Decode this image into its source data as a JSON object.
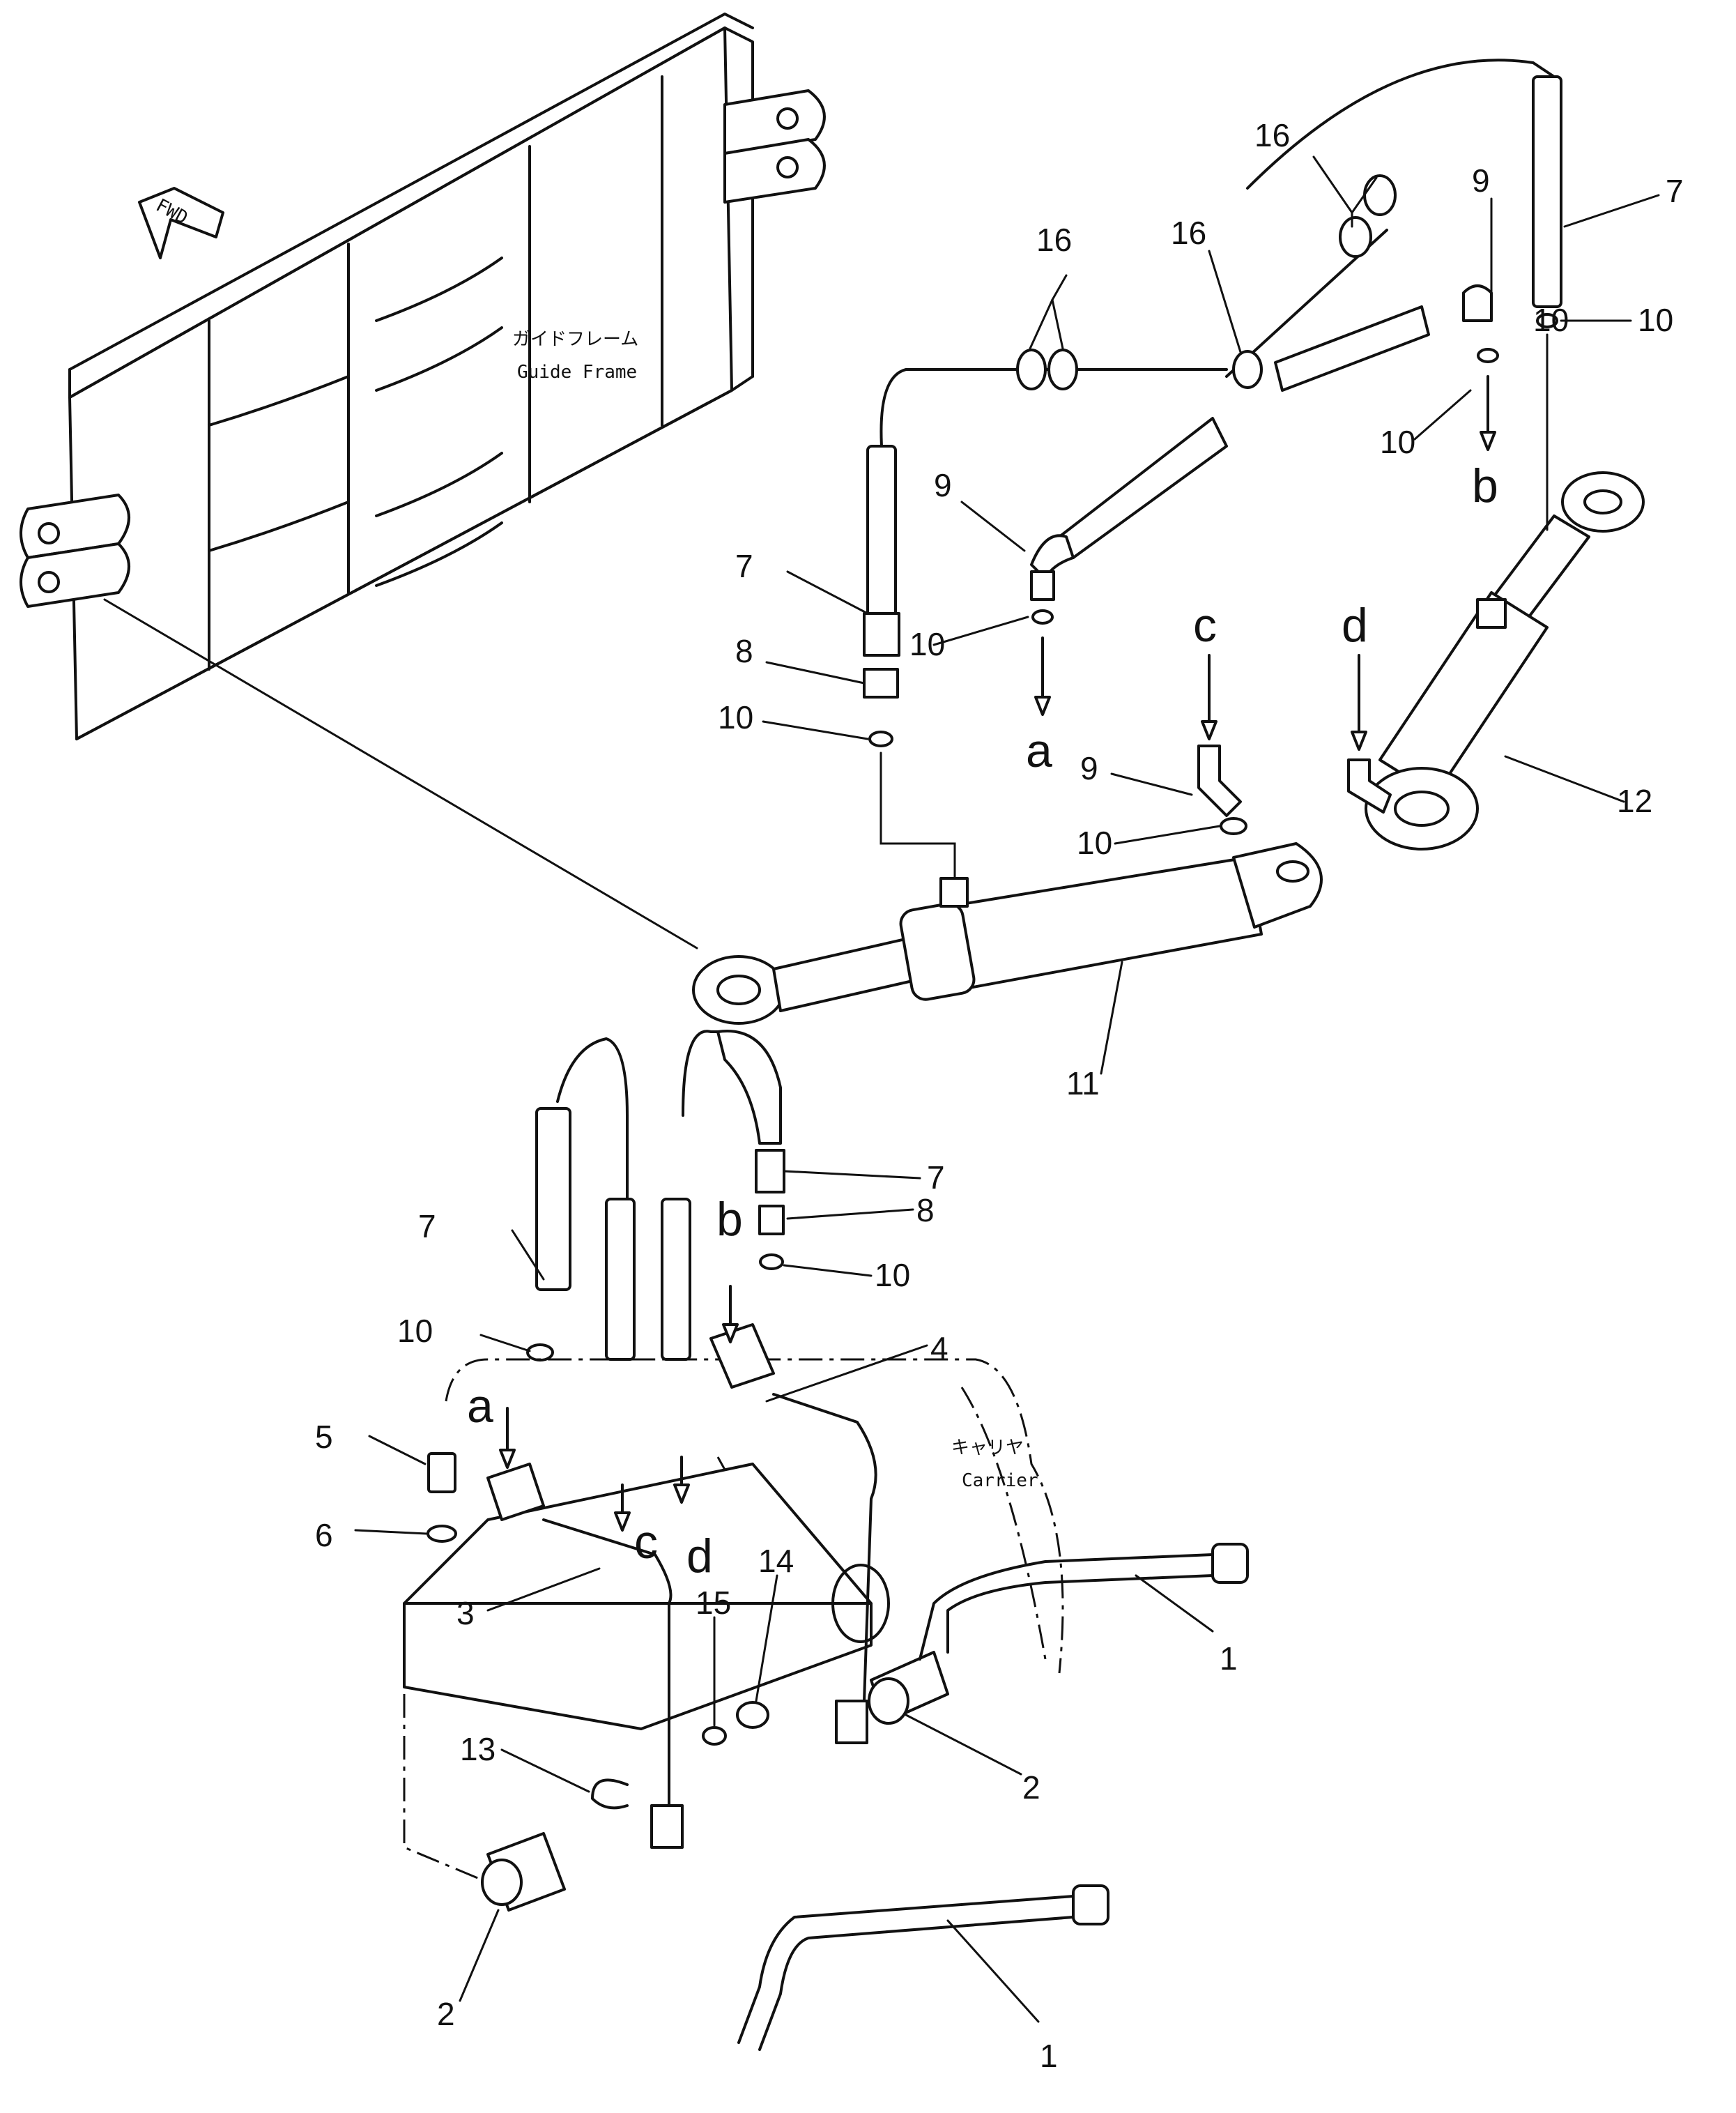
{
  "guide_frame": {
    "jp": "ガイドフレーム",
    "en": "Guide Frame"
  },
  "carrier": {
    "jp": "キャリヤ",
    "en": "Carrier"
  },
  "fwd": "FWD",
  "part_labels": [
    "1",
    "1",
    "2",
    "2",
    "3",
    "4",
    "5",
    "6",
    "7",
    "7",
    "7",
    "7",
    "8",
    "8",
    "9",
    "9",
    "9",
    "10",
    "10",
    "10",
    "10",
    "10",
    "10",
    "10",
    "10",
    "11",
    "12",
    "13",
    "14",
    "15",
    "16",
    "16",
    "16"
  ],
  "connection_letters": [
    "a",
    "a",
    "b",
    "b",
    "c",
    "c",
    "d",
    "d"
  ]
}
